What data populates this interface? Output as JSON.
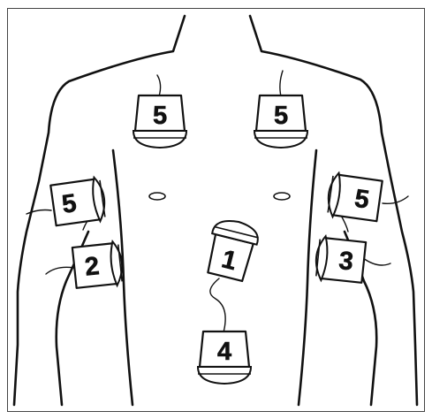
{
  "figure": {
    "pads": [
      {
        "label": "5"
      },
      {
        "label": "5"
      },
      {
        "label": "5"
      },
      {
        "label": "5"
      },
      {
        "label": "2"
      },
      {
        "label": "3"
      },
      {
        "label": "1"
      },
      {
        "label": "4"
      }
    ]
  }
}
